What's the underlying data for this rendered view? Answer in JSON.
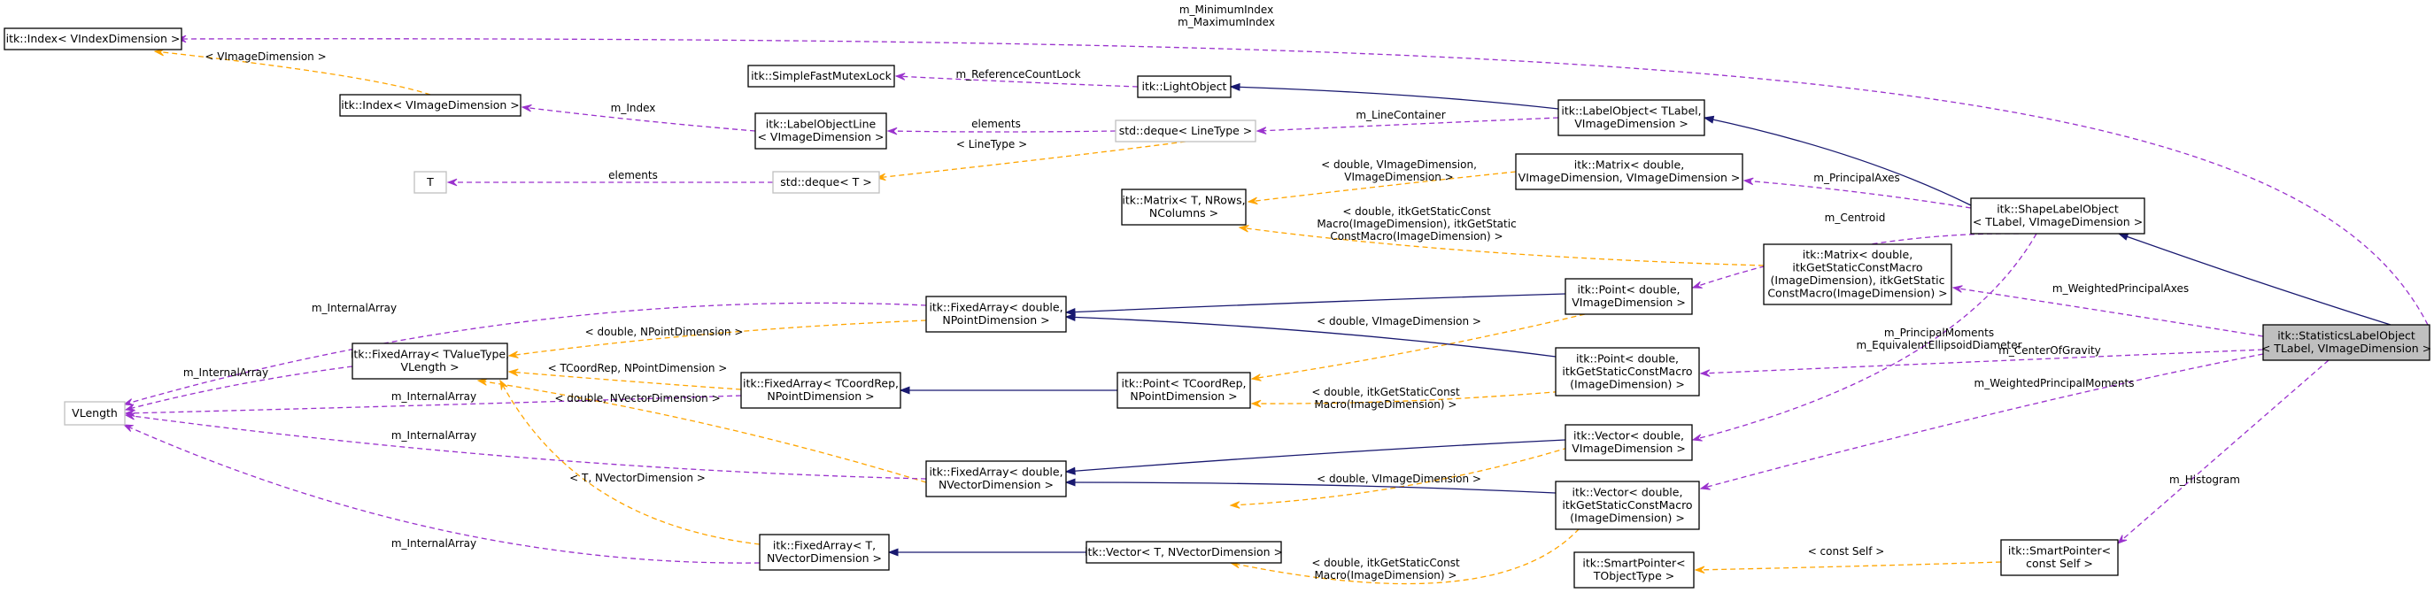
{
  "nodes": [
    {
      "id": "index_v",
      "lines": [
        "itk::Index< VIndexDimension >"
      ]
    },
    {
      "id": "index_vimg",
      "lines": [
        "itk::Index< VImageDimension >"
      ]
    },
    {
      "id": "mutexlock",
      "lines": [
        "itk::SimpleFastMutexLock"
      ]
    },
    {
      "id": "lightobject",
      "lines": [
        "itk::LightObject"
      ]
    },
    {
      "id": "labelobjectline",
      "lines": [
        "itk::LabelObjectLine",
        "< VImageDimension >"
      ]
    },
    {
      "id": "deque_line",
      "lines": [
        "std::deque< LineType >"
      ]
    },
    {
      "id": "T",
      "lines": [
        "T"
      ]
    },
    {
      "id": "deque_T",
      "lines": [
        "std::deque< T >"
      ]
    },
    {
      "id": "labelobject",
      "lines": [
        "itk::LabelObject< TLabel,",
        "VImageDimension >"
      ]
    },
    {
      "id": "matrix_tmpl",
      "lines": [
        "itk::Matrix< T, NRows,",
        "NColumns >"
      ]
    },
    {
      "id": "matrix_dv",
      "lines": [
        "itk::Matrix< double,",
        "VImageDimension, VImageDimension >"
      ]
    },
    {
      "id": "shapelabel",
      "lines": [
        "itk::ShapeLabelObject",
        "< TLabel, VImageDimension >"
      ]
    },
    {
      "id": "matrix_dconst",
      "lines": [
        "itk::Matrix< double,",
        "itkGetStaticConstMacro",
        "(ImageDimension), itkGetStatic",
        "ConstMacro(ImageDimension) >"
      ]
    },
    {
      "id": "vlength",
      "lines": [
        "VLength"
      ]
    },
    {
      "id": "fixedarray_tv",
      "lines": [
        "itk::FixedArray< TValueType,",
        "VLength >"
      ]
    },
    {
      "id": "fixedarray_dnp",
      "lines": [
        "itk::FixedArray< double,",
        "NPointDimension >"
      ]
    },
    {
      "id": "point_dv",
      "lines": [
        "itk::Point< double,",
        "VImageDimension >"
      ]
    },
    {
      "id": "statistics",
      "lines": [
        "itk::StatisticsLabelObject",
        "< TLabel, VImageDimension >"
      ]
    },
    {
      "id": "fixedarray_tc",
      "lines": [
        "itk::FixedArray< TCoordRep,",
        "NPointDimension >"
      ]
    },
    {
      "id": "point_tc",
      "lines": [
        "itk::Point< TCoordRep,",
        "NPointDimension >"
      ]
    },
    {
      "id": "point_dconst",
      "lines": [
        "itk::Point< double,",
        "itkGetStaticConstMacro",
        "(ImageDimension) >"
      ]
    },
    {
      "id": "fixedarray_dnv",
      "lines": [
        "itk::FixedArray< double,",
        "NVectorDimension >"
      ]
    },
    {
      "id": "vector_dv",
      "lines": [
        "itk::Vector< double,",
        "VImageDimension >"
      ]
    },
    {
      "id": "vector_dconst",
      "lines": [
        "itk::Vector< double,",
        "itkGetStaticConstMacro",
        "(ImageDimension) >"
      ]
    },
    {
      "id": "fixedarray_tnv",
      "lines": [
        "itk::FixedArray< T,",
        "NVectorDimension >"
      ]
    },
    {
      "id": "vector_tnv",
      "lines": [
        "itk::Vector< T, NVectorDimension >"
      ]
    },
    {
      "id": "smartptr_tobj",
      "lines": [
        "itk::SmartPointer<",
        "TObjectType >"
      ]
    },
    {
      "id": "smartptr_self",
      "lines": [
        "itk::SmartPointer<",
        "const Self >"
      ]
    }
  ],
  "edge_labels": [
    {
      "id": "lbl_minmax",
      "lines": [
        "m_MinimumIndex",
        "m_MaximumIndex"
      ]
    },
    {
      "id": "lbl_vimgdim",
      "lines": [
        "< VImageDimension >"
      ]
    },
    {
      "id": "lbl_refcount",
      "lines": [
        "m_ReferenceCountLock"
      ]
    },
    {
      "id": "lbl_mindex",
      "lines": [
        "m_Index"
      ]
    },
    {
      "id": "lbl_elements1",
      "lines": [
        "elements"
      ]
    },
    {
      "id": "lbl_linecontainer",
      "lines": [
        "m_LineContainer"
      ]
    },
    {
      "id": "lbl_linetype",
      "lines": [
        "< LineType >"
      ]
    },
    {
      "id": "lbl_elements2",
      "lines": [
        "elements"
      ]
    },
    {
      "id": "lbl_dvv",
      "lines": [
        "< double, VImageDimension,",
        "VImageDimension >"
      ]
    },
    {
      "id": "lbl_principalaxes",
      "lines": [
        "m_PrincipalAxes"
      ]
    },
    {
      "id": "lbl_dconstmatrix",
      "lines": [
        "< double, itkGetStaticConst",
        "Macro(ImageDimension), itkGetStatic",
        "ConstMacro(ImageDimension) >"
      ]
    },
    {
      "id": "lbl_centroid",
      "lines": [
        "m_Centroid"
      ]
    },
    {
      "id": "lbl_internal1",
      "lines": [
        "m_InternalArray"
      ]
    },
    {
      "id": "lbl_dnpointdim",
      "lines": [
        "< double, NPointDimension >"
      ]
    },
    {
      "id": "lbl_dvimgdim1",
      "lines": [
        "< double, VImageDimension >"
      ]
    },
    {
      "id": "lbl_weightedaxes",
      "lines": [
        "m_WeightedPrincipalAxes"
      ]
    },
    {
      "id": "lbl_internal2",
      "lines": [
        "m_InternalArray"
      ]
    },
    {
      "id": "lbl_tcoordrep",
      "lines": [
        "< TCoordRep, NPointDimension >"
      ]
    },
    {
      "id": "lbl_moments",
      "lines": [
        "m_PrincipalMoments",
        "m_EquivalentEllipsoidDiameter"
      ]
    },
    {
      "id": "lbl_centerofgravity",
      "lines": [
        "m_CenterOfGravity"
      ]
    },
    {
      "id": "lbl_internal3",
      "lines": [
        "m_InternalArray"
      ]
    },
    {
      "id": "lbl_dnvectordim",
      "lines": [
        "< double, NVectorDimension >"
      ]
    },
    {
      "id": "lbl_dconstpoint",
      "lines": [
        "< double, itkGetStaticConst",
        "Macro(ImageDimension) >"
      ]
    },
    {
      "id": "lbl_weightedmoments",
      "lines": [
        "m_WeightedPrincipalMoments"
      ]
    },
    {
      "id": "lbl_internal4",
      "lines": [
        "m_InternalArray"
      ]
    },
    {
      "id": "lbl_dvimgdim2",
      "lines": [
        "< double, VImageDimension >"
      ]
    },
    {
      "id": "lbl_tnvector",
      "lines": [
        "< T, NVectorDimension >"
      ]
    },
    {
      "id": "lbl_histogram",
      "lines": [
        "m_Histogram"
      ]
    },
    {
      "id": "lbl_internal5",
      "lines": [
        "m_InternalArray"
      ]
    },
    {
      "id": "lbl_constself",
      "lines": [
        "< const Self >"
      ]
    },
    {
      "id": "lbl_dconstvector",
      "lines": [
        "< double, itkGetStaticConst",
        "Macro(ImageDimension) >"
      ]
    }
  ],
  "colors": {
    "inheritance": "#191970",
    "usage": "#9a32cd",
    "template": "#ffa500",
    "focus_fill": "#bfbfbf",
    "grey_border": "#bfbfbf"
  }
}
